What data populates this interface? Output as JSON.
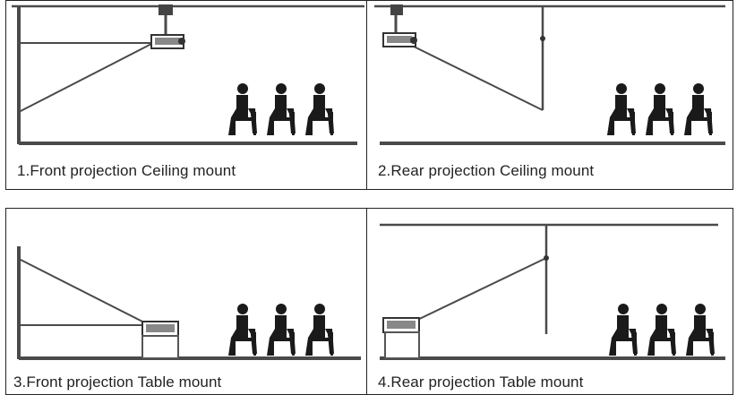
{
  "colors": {
    "line": "#4a4a4a",
    "figure": "#1a1a1a",
    "border": "#222222",
    "background": "#ffffff"
  },
  "panels": [
    {
      "caption": "1.Front projection Ceiling mount",
      "mode": "front",
      "mount": "ceiling"
    },
    {
      "caption": "2.Rear projection Ceiling mount",
      "mode": "rear",
      "mount": "ceiling"
    },
    {
      "caption": "3.Front projection Table mount",
      "mode": "front",
      "mount": "table"
    },
    {
      "caption": "4.Rear projection Table mount",
      "mode": "rear",
      "mount": "table"
    }
  ]
}
